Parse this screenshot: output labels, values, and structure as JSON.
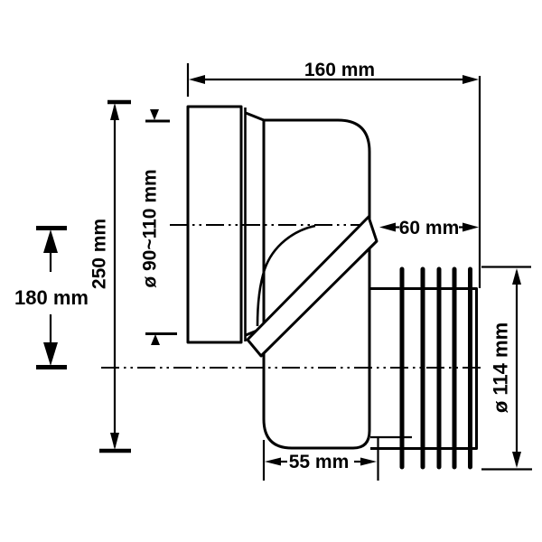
{
  "diagram": {
    "colors": {
      "ink": "#000000",
      "paper": "#ffffff"
    },
    "dimensions": {
      "top_width": {
        "label": "160 mm"
      },
      "overall_height": {
        "label": "250 mm"
      },
      "offset_height": {
        "label": "180 mm"
      },
      "inlet_diameter": {
        "label": "ø 90~110 mm"
      },
      "spigot_length": {
        "label": "60 mm"
      },
      "outlet_diameter": {
        "label": "ø 114 mm"
      },
      "base_width": {
        "label": "55 mm"
      }
    }
  }
}
